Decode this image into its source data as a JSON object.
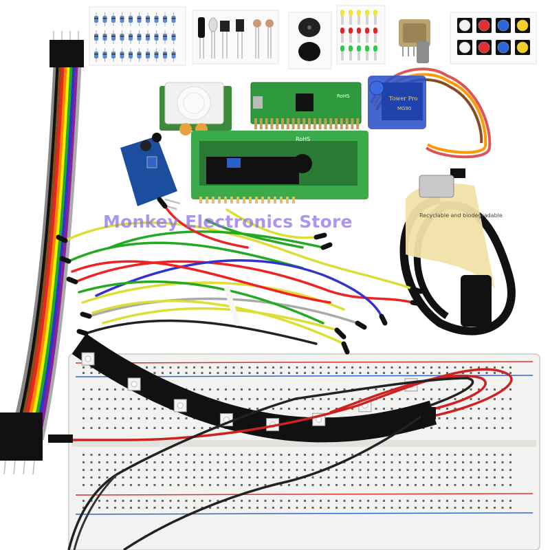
{
  "photo": {
    "watermark_text": "Monkey Electronics Store",
    "servo_label": "Tower Pro",
    "servo_model": "MG90",
    "lcd_label": "RoHS",
    "pico_label": "RoHS",
    "cable_label": "Recyclable and biodegradable"
  }
}
